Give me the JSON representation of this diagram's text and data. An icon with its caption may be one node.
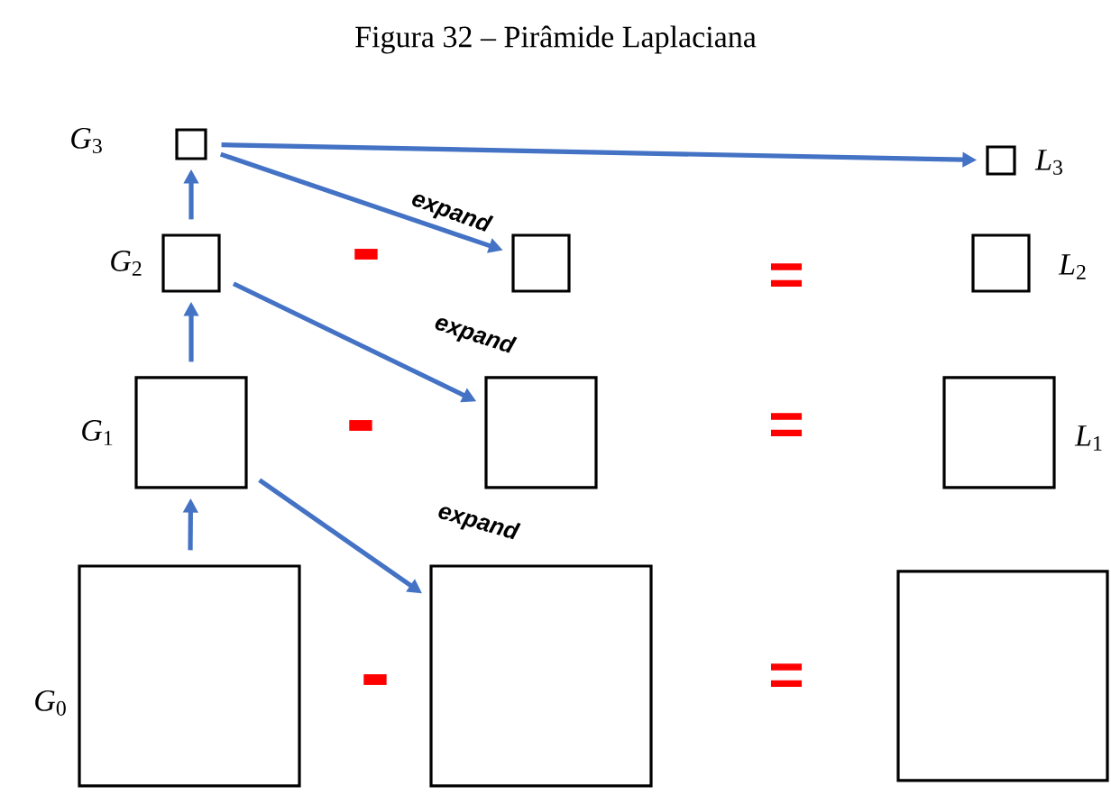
{
  "diagram": {
    "title": "Figura 32 – Pirâmide Laplaciana",
    "nodes": [
      {
        "text": [],
        "shape": "box",
        "beside": [
          "*G*$_{3}$"
        ]
      },
      {
        "text": [],
        "shape": "box",
        "beside": [
          "*L*$_{3}$"
        ]
      },
      {
        "text": [],
        "shape": "box",
        "beside": [
          "*G*$_{2}$"
        ]
      },
      {
        "text": [],
        "shape": "box"
      },
      {
        "text": [],
        "shape": "box",
        "beside": [
          "*L*$_{2}$"
        ]
      },
      {
        "text": [],
        "shape": "box",
        "beside": [
          "*G*$_{1}$"
        ]
      },
      {
        "text": [],
        "shape": "box"
      },
      {
        "text": [],
        "shape": "box",
        "beside": [
          "*L*$_{1}$"
        ]
      },
      {
        "text": [],
        "shape": "box",
        "beside": [
          "*G*$_{0}$"
        ]
      },
      {
        "text": [],
        "shape": "box"
      },
      {
        "text": [],
        "shape": "box"
      }
    ],
    "edges": [
      {
        "from": 0,
        "to": 1,
        "arrow": "to"
      },
      {
        "from": 0,
        "to": 3,
        "arrow": "to",
        "label": "expand"
      },
      {
        "from": 2,
        "to": 0,
        "arrow": "to"
      },
      {
        "from": 2,
        "to": 6,
        "arrow": "to",
        "label": "expand"
      },
      {
        "from": 5,
        "to": 2,
        "arrow": "to"
      },
      {
        "from": 5,
        "to": 9,
        "arrow": "to",
        "label": "expand"
      },
      {
        "from": 8,
        "to": 5,
        "arrow": "to"
      }
    ],
    "labels": [
      "-",
      "=",
      "-",
      "=",
      "-",
      "="
    ]
  }
}
